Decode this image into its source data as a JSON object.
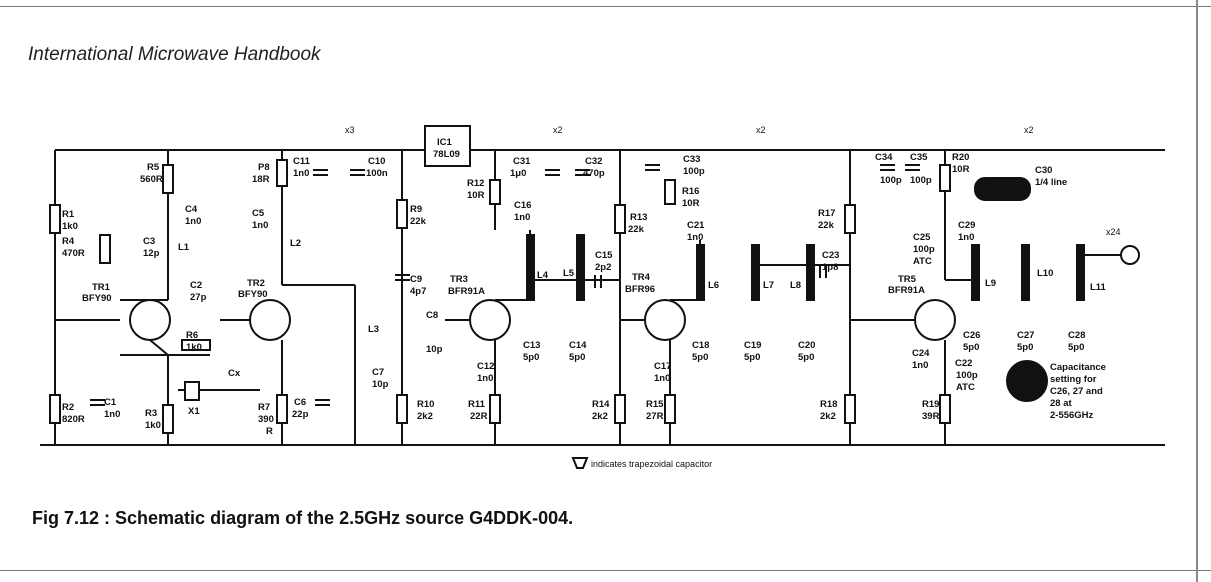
{
  "header": {
    "title": "International Microwave Handbook"
  },
  "caption": "Fig 7.12 : Schematic diagram of the 2.5GHz source G4DDK-004.",
  "legend": {
    "trapezoid_note": "indicates trapezoidal capacitor"
  },
  "multipliers": [
    "x3",
    "x2",
    "x2",
    "x2",
    "x24"
  ],
  "labels": [
    "R5",
    "560R",
    "P8",
    "18R",
    "C11",
    "1n0",
    "C10",
    "100n",
    "IC1",
    "78L09",
    "C31",
    "1μ0",
    "C32",
    "470p",
    "C33",
    "100p",
    "C34",
    "100p",
    "C35",
    "100p",
    "R20",
    "10R",
    "C30",
    "1/4 line",
    "R1",
    "1k0",
    "R4",
    "470R",
    "C3",
    "12p",
    "C4",
    "1n0",
    "C5",
    "1n0",
    "L1",
    "L2",
    "R9",
    "22k",
    "R12",
    "10R",
    "C16",
    "1n0",
    "R16",
    "10R",
    "R13",
    "22k",
    "C21",
    "1n0",
    "R17",
    "22k",
    "C29",
    "1n0",
    "C25",
    "100p",
    "ATC",
    "TR1",
    "BFY90",
    "C2",
    "27p",
    "TR2",
    "BFY90",
    "C9",
    "4p7",
    "TR3",
    "BFR91A",
    "L4",
    "L5",
    "C15",
    "2p2",
    "TR4",
    "BFR96",
    "L6",
    "L7",
    "L8",
    "C23",
    "1p8",
    "TR5",
    "BFR91A",
    "L9",
    "L10",
    "L11",
    "R6",
    "1k0",
    "L3",
    "C8",
    "10p",
    "C13",
    "5p0",
    "C14",
    "5p0",
    "C18",
    "5p0",
    "C19",
    "5p0",
    "C20",
    "5p0",
    "C26",
    "5p0",
    "C27",
    "5p0",
    "C28",
    "5p0",
    "C7",
    "10p",
    "C12",
    "1n0",
    "C17",
    "1n0",
    "C24",
    "1n0",
    "C22",
    "100p",
    "ATC",
    "R2",
    "820R",
    "C1",
    "1n0",
    "R3",
    "1k0",
    "X1",
    "Cx",
    "R7",
    "390",
    "R",
    "C6",
    "22p",
    "R10",
    "2k2",
    "R11",
    "22R",
    "R14",
    "2k2",
    "R15",
    "27R",
    "R18",
    "2k2",
    "R19",
    "39R"
  ],
  "note": {
    "lines": [
      "Capacitance",
      "setting for",
      "C26, 27 and",
      "28 at",
      "2-556GHz"
    ]
  }
}
